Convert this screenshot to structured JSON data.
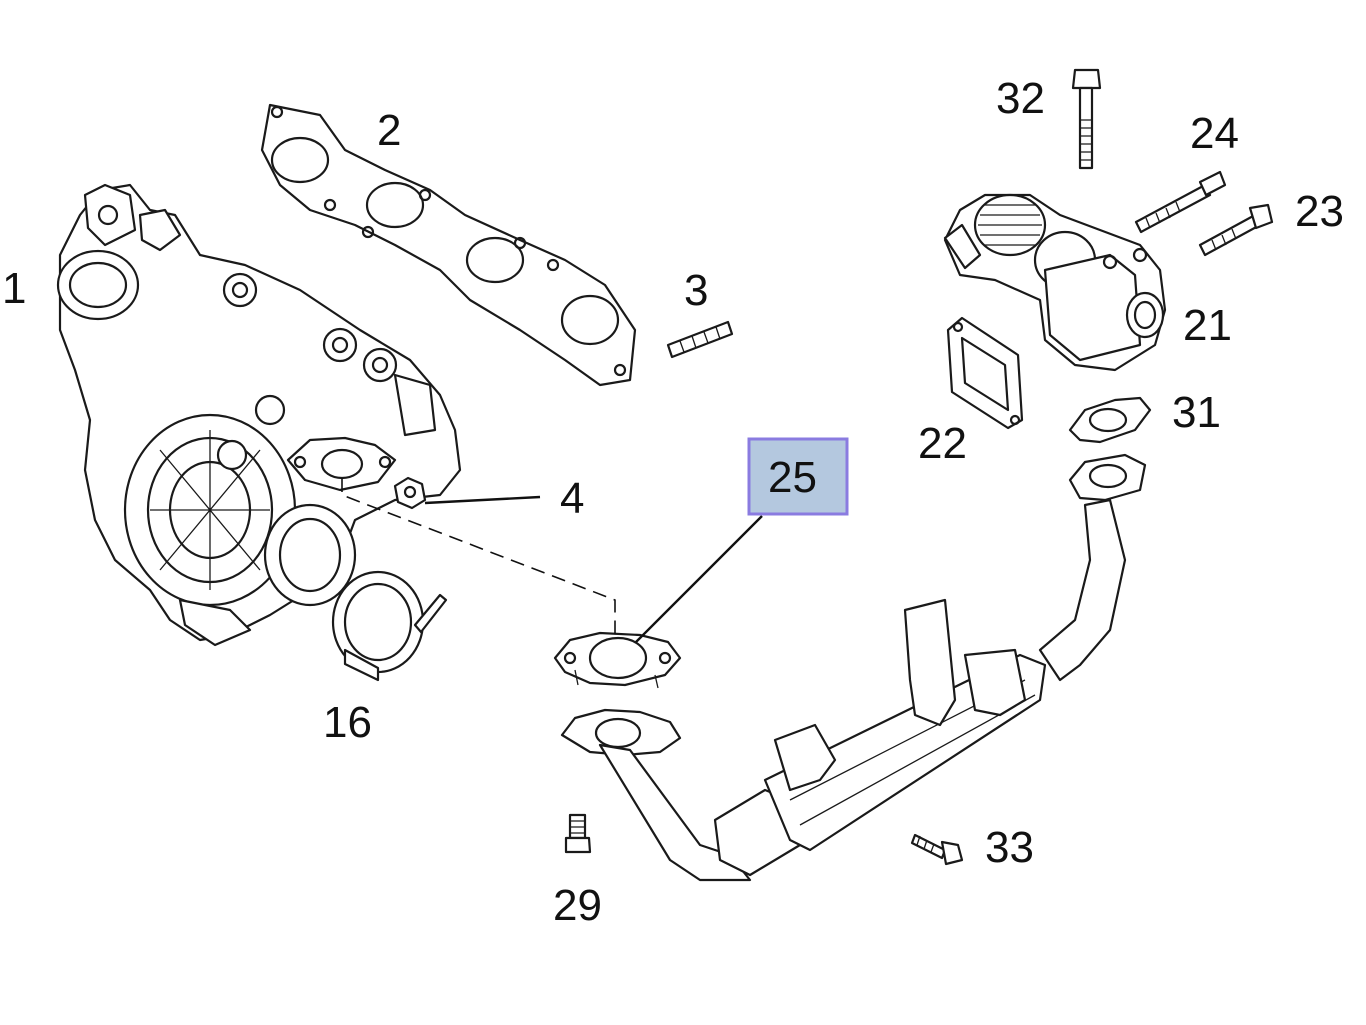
{
  "callouts": {
    "c1": "1",
    "c2": "2",
    "c3": "3",
    "c4": "4",
    "c16": "16",
    "c21": "21",
    "c22": "22",
    "c23": "23",
    "c24": "24",
    "c25": "25",
    "c29": "29",
    "c31": "31",
    "c32": "32",
    "c33": "33"
  },
  "highlight": {
    "selected_part": "25",
    "color": "#b4c8df",
    "border": "#8a7be0"
  }
}
